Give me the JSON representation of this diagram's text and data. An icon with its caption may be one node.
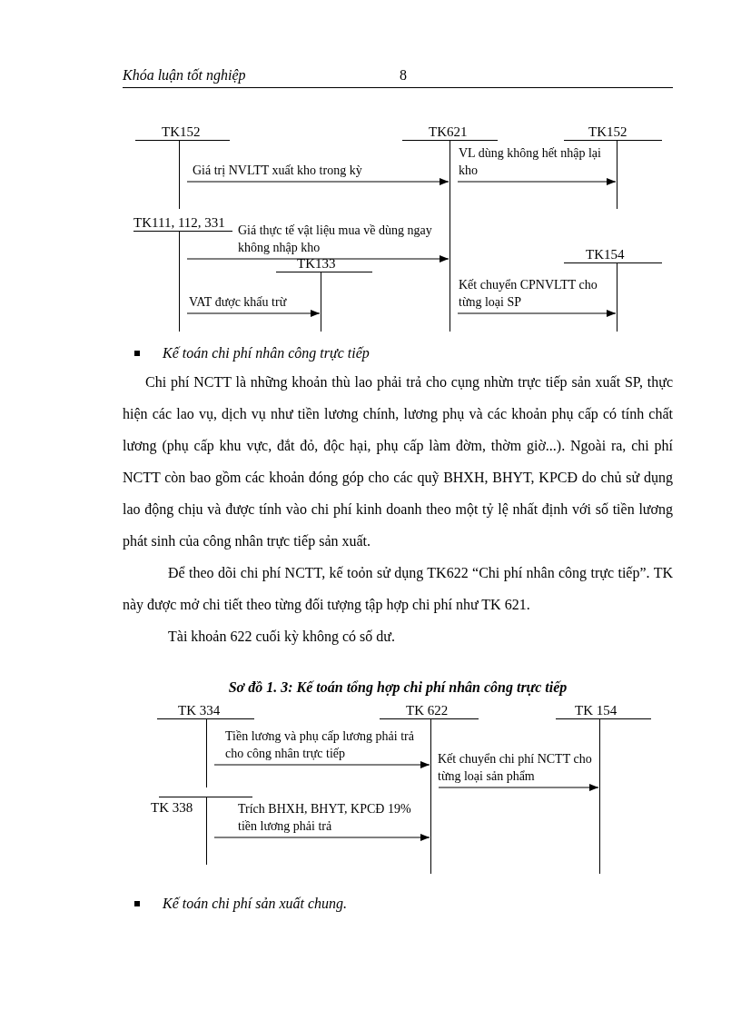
{
  "diagram": {
    "title": "Sơ đồ 1. 3: Kế toán tổng hợp chi phí nhân công trực tiếp",
    "nodes": [
      {
        "text": [
          "TK152"
        ]
      },
      {
        "text": [
          "TK621"
        ]
      },
      {
        "text": [
          "TK152"
        ]
      },
      {
        "text": [
          "TK111, 112, 331"
        ]
      },
      {
        "text": [
          "TK133"
        ]
      },
      {
        "text": [
          "TK154"
        ]
      },
      {
        "text": [
          "TK 334"
        ]
      },
      {
        "text": [
          "TK 622"
        ]
      },
      {
        "text": [
          "TK 154"
        ]
      },
      {
        "text": [
          "TK 338"
        ]
      }
    ],
    "edges": [
      {
        "from": 0,
        "to": 1,
        "arrow": "to",
        "label": "Giá trị NVLTT xuất kho trong kỳ"
      },
      {
        "from": 1,
        "to": 2,
        "arrow": "to",
        "label": "VL dùng không hết nhập lại kho"
      },
      {
        "from": 3,
        "to": 1,
        "arrow": "to",
        "label": "Giá thực tế vật liệu mua về dùng ngay không nhập kho"
      },
      {
        "from": 3,
        "to": 4,
        "arrow": "to",
        "label": "VAT được khấu trừ"
      },
      {
        "from": 1,
        "to": 5,
        "arrow": "to",
        "label": "Kết chuyển CPNVLTT cho từng loại SP"
      },
      {
        "from": 6,
        "to": 7,
        "arrow": "to",
        "label": "Tiền lương và phụ cấp lương phải trả cho công nhân trực tiếp"
      },
      {
        "from": 7,
        "to": 8,
        "arrow": "to",
        "label": "Kết chuyển chi phí NCTT cho từng loại sản phẩm"
      },
      {
        "from": 9,
        "to": 7,
        "arrow": "to",
        "label": "Trích BHXH, BHYT, KPCĐ 19% tiền lương phải trả"
      }
    ],
    "labels": [
      "Khóa luận tốt nghiệp",
      "8",
      "Kế toán chi phí nhân công trực tiếp",
      "Chi phí NCTT là những khoản thù lao phải trả cho cụng nhừn trực tiếp sản xuất SP, thực hiện các lao vụ, dịch vụ như tiền lương chính, lương phụ và các khoản phụ cấp có tính chất lương (phụ cấp khu vực, đắt đỏ, độc hại, phụ cấp làm đờm, thờm giờ...). Ngoài ra, chi phí NCTT còn bao gồm các khoản đóng góp cho các quỹ BHXH, BHYT, KPCĐ do chủ sử dụng lao động chịu và được tính vào chi phí kinh doanh theo một tỷ lệ nhất định với số tiền lương phát sinh của công nhân trực tiếp sản xuất.",
      "Để theo dõi chi phí NCTT, kế toỏn sử dụng TK622 “Chi phí nhân công trực tiếp”. TK này được mở chi tiết theo từng đối tượng tập hợp chi phí như TK 621.",
      "Tài khoản 622 cuối kỳ không có số dư.",
      "Kế toán chi phí sản xuất chung."
    ]
  }
}
